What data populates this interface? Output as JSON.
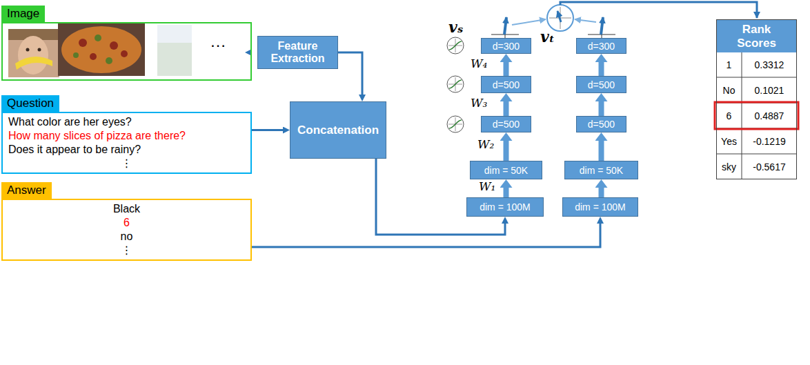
{
  "diagram": {
    "nodes": [
      {
        "text": [
          "Image",
          "…"
        ]
      },
      {
        "text": [
          "Question",
          "What color are her eyes?",
          "How many slices of pizza are there?",
          "Does it appear to be rainy?",
          "⋮"
        ]
      },
      {
        "text": [
          "Answer",
          "Black",
          "6",
          "no",
          "⋮"
        ]
      },
      {
        "text": [
          "Feature Extraction"
        ]
      },
      {
        "text": [
          "Concatenation"
        ]
      },
      {
        "text": [
          "dim = 100M"
        ]
      },
      {
        "text": [
          "dim = 50K"
        ]
      },
      {
        "text": [
          "d=500"
        ]
      },
      {
        "text": [
          "d=500"
        ]
      },
      {
        "text": [
          "d=300"
        ]
      },
      {
        "text": [
          "dim = 100M"
        ]
      },
      {
        "text": [
          "dim = 50K"
        ]
      },
      {
        "text": [
          "d=500"
        ]
      },
      {
        "text": [
          "d=500"
        ]
      },
      {
        "text": [
          "d=300"
        ]
      },
      {
        "text": [
          "Rank Scores"
        ]
      }
    ],
    "edges": [
      {
        "from": 0,
        "to": 3,
        "arrow": "to"
      },
      {
        "from": 3,
        "to": 4,
        "arrow": "to"
      },
      {
        "from": 1,
        "to": 4,
        "arrow": "to"
      },
      {
        "from": 4,
        "to": 5,
        "arrow": "to"
      },
      {
        "from": 2,
        "to": 10,
        "arrow": "to"
      },
      {
        "from": 5,
        "to": 6,
        "arrow": "to"
      },
      {
        "from": 6,
        "to": 7,
        "arrow": "to"
      },
      {
        "from": 7,
        "to": 8,
        "arrow": "to"
      },
      {
        "from": 8,
        "to": 9,
        "arrow": "to"
      },
      {
        "from": 10,
        "to": 11,
        "arrow": "to"
      },
      {
        "from": 11,
        "to": 12,
        "arrow": "to"
      },
      {
        "from": 12,
        "to": 13,
        "arrow": "to"
      },
      {
        "from": 13,
        "to": 14,
        "arrow": "to"
      }
    ],
    "labels": [
      "vₛ",
      "vₜ",
      "W₄",
      "W₃",
      "W₂",
      "W₁",
      "1",
      "0.3312",
      "No",
      "0.1021",
      "6",
      "0.4887",
      "Yes",
      "-0.1219",
      "sky",
      "-0.5617"
    ]
  }
}
